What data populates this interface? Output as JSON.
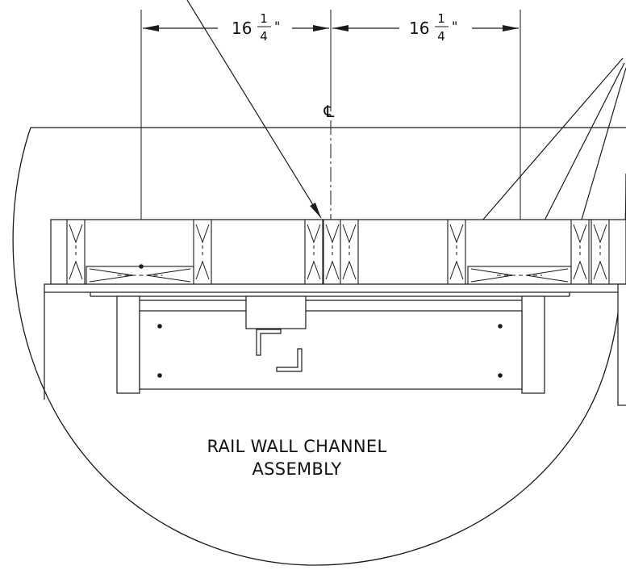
{
  "dimensions": {
    "left": {
      "whole": "16",
      "numerator": "1",
      "denominator": "4",
      "unit": "\""
    },
    "right": {
      "whole": "16",
      "numerator": "1",
      "denominator": "4",
      "unit": "\""
    }
  },
  "centerline_symbol": "℄",
  "caption": {
    "line1": "RAIL WALL CHANNEL",
    "line2": "ASSEMBLY"
  },
  "colors": {
    "line": "#1a1a1a",
    "background": "#ffffff"
  }
}
